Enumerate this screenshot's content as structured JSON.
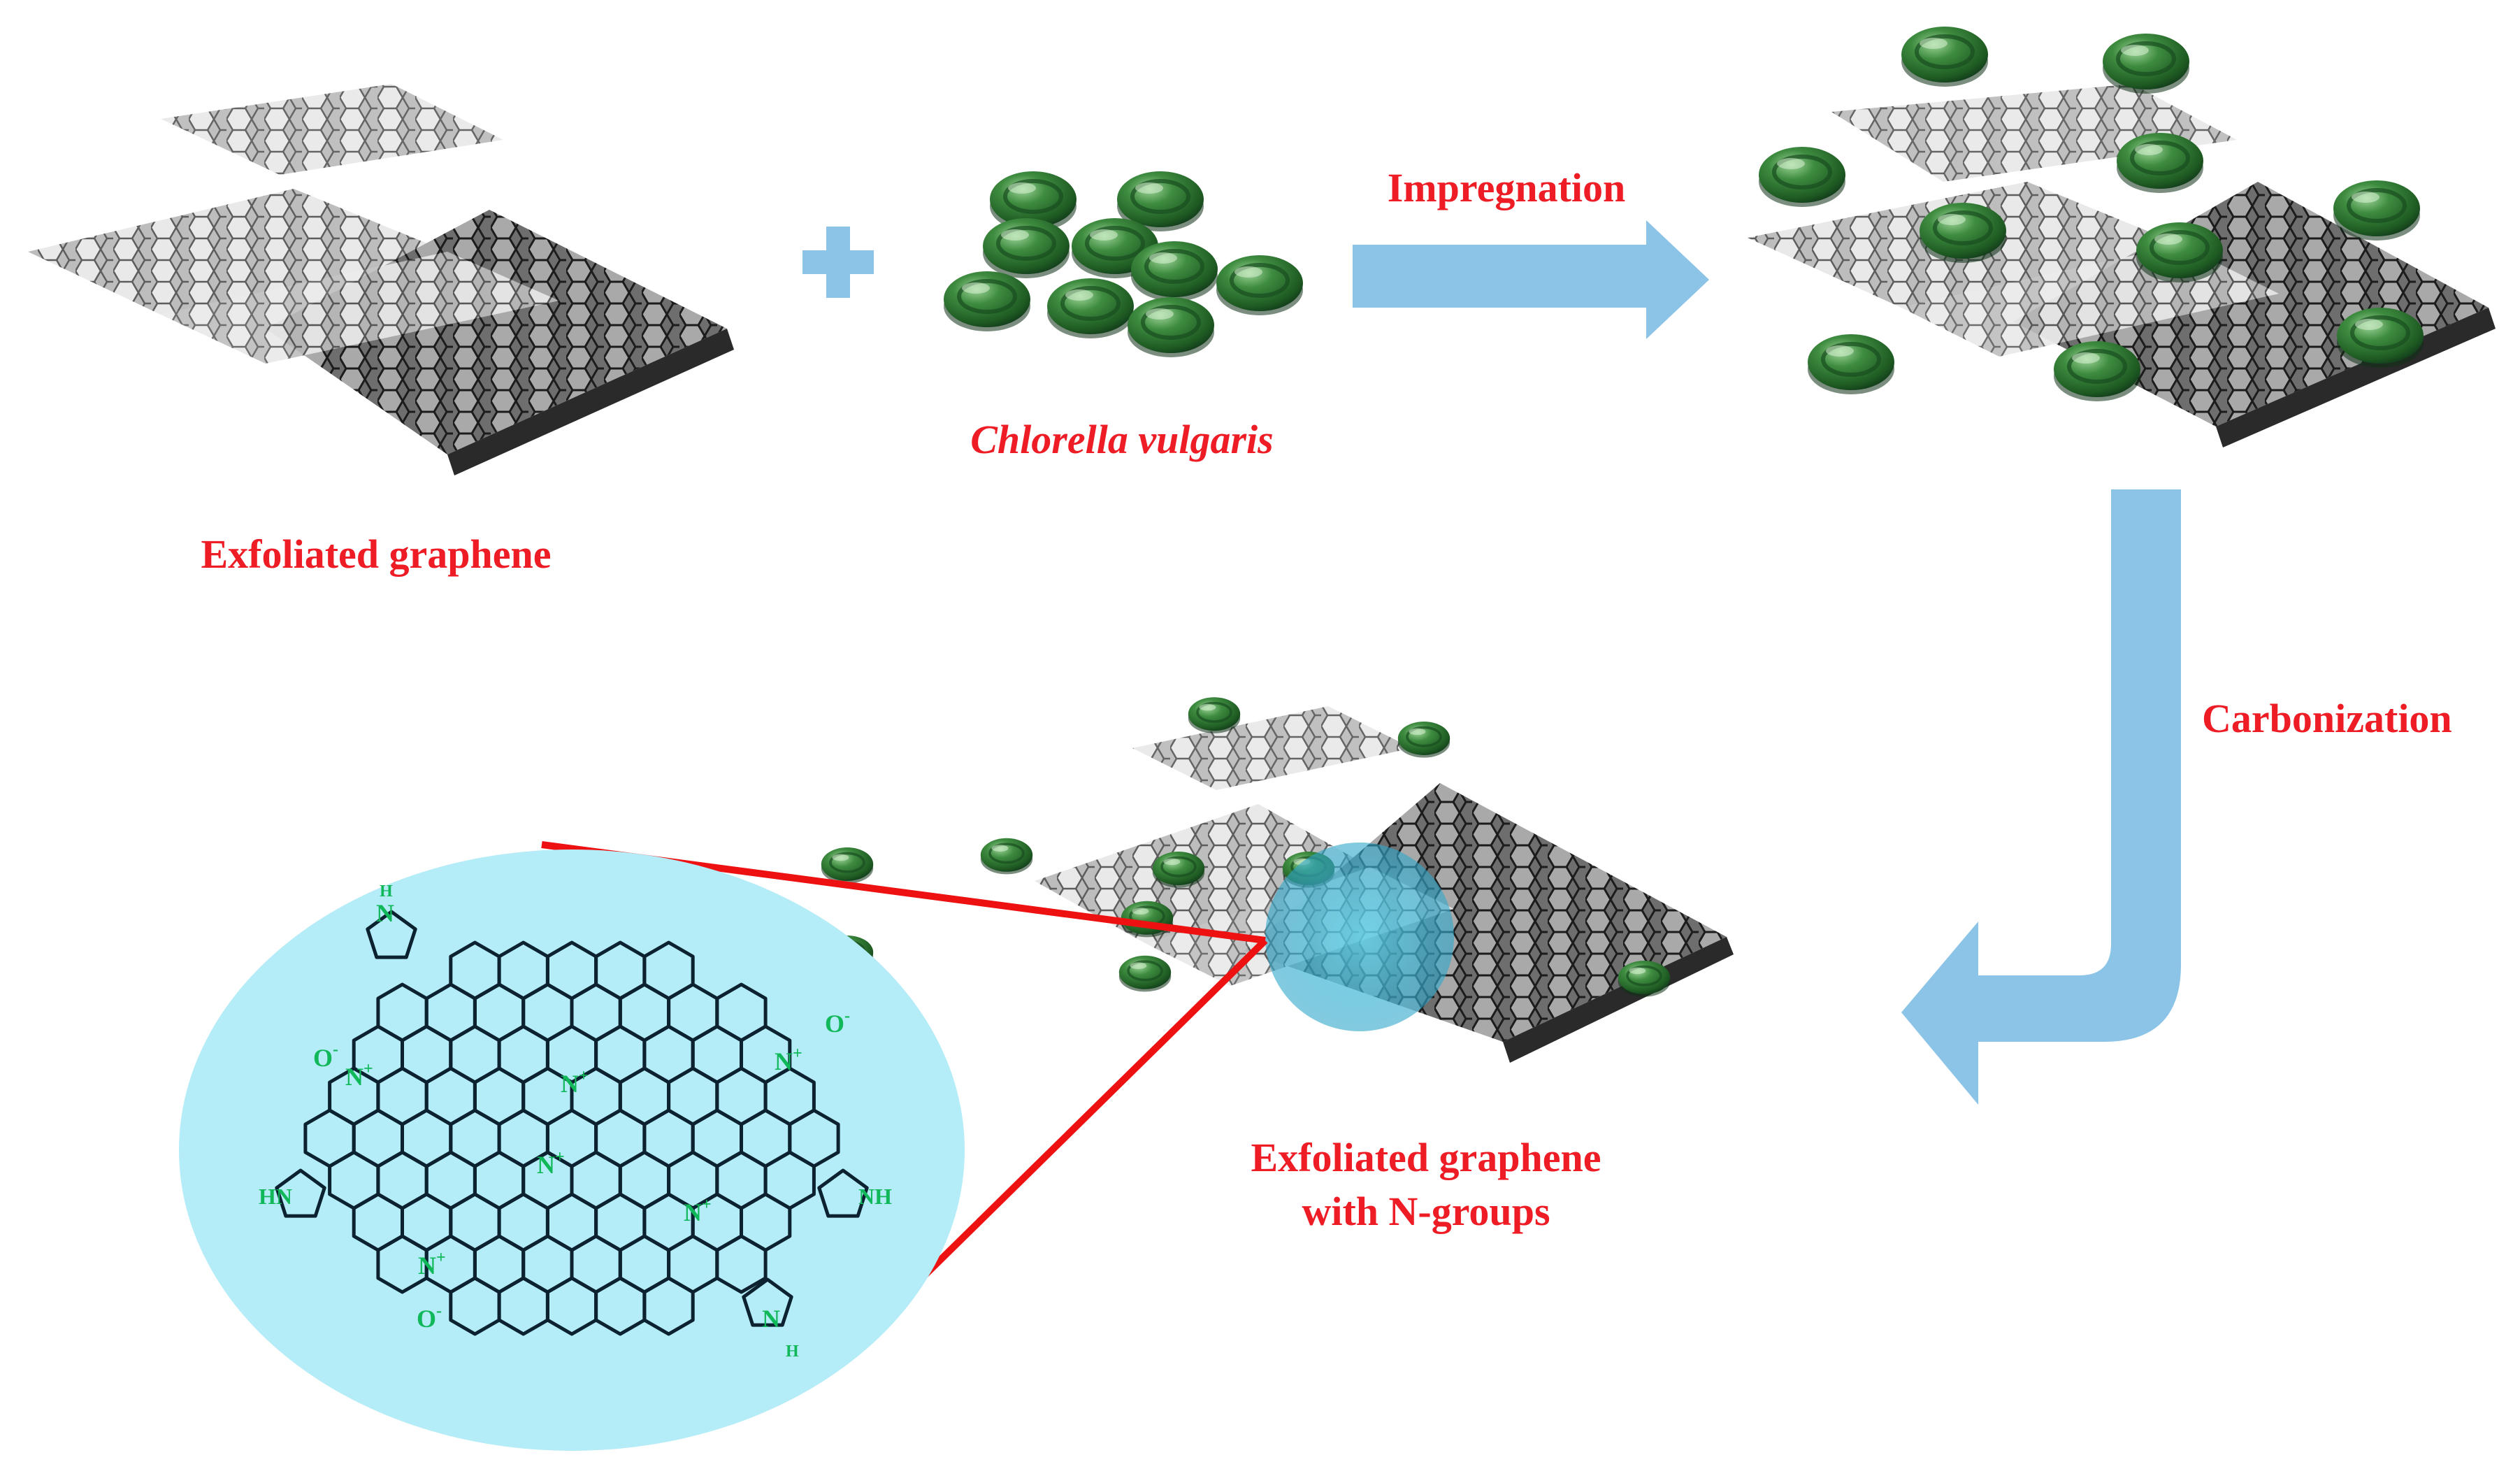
{
  "labels": {
    "exfoliated_graphene": "Exfoliated graphene",
    "algae": "Chlorella vulgaris",
    "impregnation": "Impregnation",
    "carbonization": "Carbonization",
    "product_line1": "Exfoliated graphene",
    "product_line2": "with N-groups"
  },
  "chemistry": {
    "oxide_a": "O",
    "oxide_a_charge": "-",
    "nplus_a": "N",
    "nplus_a_charge": "+",
    "nplus_b": "N",
    "nplus_b_charge": "+",
    "nplus_c": "N",
    "nplus_c_charge": "+",
    "oxide_b": "O",
    "oxide_b_charge": "-",
    "nplus_d": "N",
    "nplus_d_charge": "+",
    "nplus_e": "N",
    "nplus_e_charge": "+",
    "nplus_f": "N",
    "nplus_f_charge": "+",
    "oxide_c": "O",
    "oxide_c_charge": "-",
    "nh_left": "HN",
    "nh_right": "NH",
    "n_top": "N",
    "h_top": "H",
    "n_bottom": "N",
    "h_bottom": "H"
  },
  "colors": {
    "label_red": "#ee1c25",
    "arrow_blue": "#8cc4e8",
    "algae_green": "#2f7a33",
    "zoom_fill": "#b4ecf8",
    "zoom_line": "#ee1111",
    "bond": "#0c2230",
    "heteroatom": "#10b85a"
  }
}
